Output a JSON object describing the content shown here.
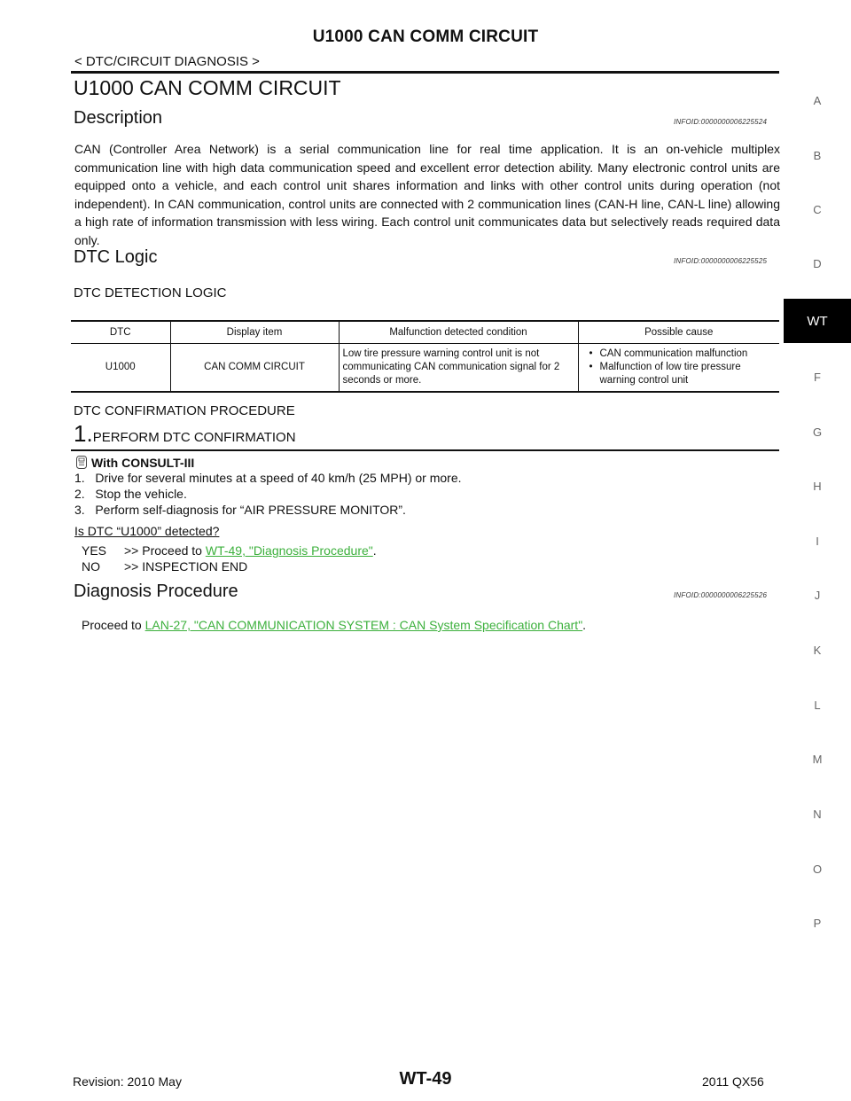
{
  "header": {
    "title": "U1000 CAN COMM CIRCUIT",
    "breadcrumb": "< DTC/CIRCUIT DIAGNOSIS >"
  },
  "page_title": "U1000 CAN COMM CIRCUIT",
  "description": {
    "heading": "Description",
    "infoid": "INFOID:0000000006225524",
    "body": "CAN (Controller Area Network) is a serial communication line for real time application. It is an on-vehicle multiplex communication line with high data communication speed and excellent error detection ability. Many electronic control units are equipped onto a vehicle, and each control unit shares information and links with other control units during operation (not independent). In CAN communication, control units are connected with 2 communication lines (CAN-H line, CAN-L line) allowing a high rate of information transmission with less wiring. Each control unit communicates data but selectively reads required data only."
  },
  "dtc_logic": {
    "heading": "DTC Logic",
    "infoid": "INFOID:0000000006225525",
    "detection_heading": "DTC DETECTION LOGIC",
    "table": {
      "headers": [
        "DTC",
        "Display item",
        "Malfunction detected condition",
        "Possible cause"
      ],
      "row": {
        "dtc": "U1000",
        "display_item": "CAN COMM CIRCUIT",
        "condition": "Low tire pressure warning control unit is not communicating CAN communication signal for 2 seconds or more.",
        "causes": [
          "CAN communication malfunction",
          "Malfunction of low tire pressure warning control unit"
        ]
      }
    },
    "confirmation_heading": "DTC CONFIRMATION PROCEDURE",
    "step": {
      "number": "1.",
      "title": "PERFORM DTC CONFIRMATION"
    },
    "with_consult": "With CONSULT-III",
    "steps": [
      "1.   Drive for several minutes at a speed of 40 km/h (25 MPH) or more.",
      "2.   Stop the vehicle.",
      "3.   Perform self-diagnosis for “AIR PRESSURE MONITOR”."
    ],
    "question": "Is DTC “U1000” detected?",
    "yes_label": "YES",
    "yes_text": ">> Proceed to ",
    "yes_link": "WT-49, \"Diagnosis Procedure\"",
    "yes_end": ".",
    "no_label": "NO",
    "no_text": ">> INSPECTION END"
  },
  "diagnosis": {
    "heading": "Diagnosis Procedure",
    "infoid": "INFOID:0000000006225526",
    "text": "Proceed to ",
    "link": "LAN-27, \"CAN COMMUNICATION SYSTEM : CAN System Specification Chart\"",
    "end": "."
  },
  "side_index": {
    "letters": [
      "A",
      "B",
      "C",
      "D",
      "F",
      "G",
      "H",
      "I",
      "J",
      "K",
      "L",
      "M",
      "N",
      "O",
      "P"
    ],
    "active": "WT"
  },
  "footer": {
    "revision": "Revision: 2010 May",
    "page": "WT-49",
    "model": "2011 QX56"
  }
}
